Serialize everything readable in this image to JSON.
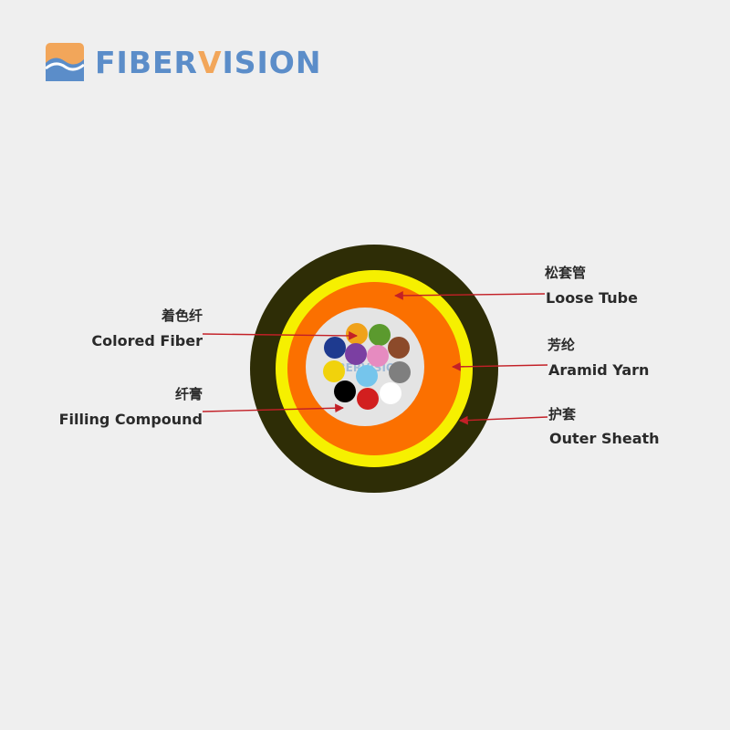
{
  "brand": {
    "name_main": "FIBER",
    "name_accent": "V",
    "name_tail": "ISION",
    "color_blue": "#5b8dc9",
    "color_orange": "#f2a65a",
    "icon": "wave-logo-icon"
  },
  "watermark": "FIBERVISION",
  "cable": {
    "outer_sheath_color": "#2e2d06",
    "aramid_color": "#f6f000",
    "loose_tube_color": "#fb7000",
    "gel_color": "#e4e4e4",
    "arrow_color": "#c32027",
    "fiber_colors": [
      "#f0a21a",
      "#5b9a2e",
      "#1e3a8f",
      "#7b3fa2",
      "#e68bc0",
      "#8c4a2a",
      "#f1d20c",
      "#75c5ec",
      "#7f7f7f",
      "#000000",
      "#d21f1f",
      "#ffffff"
    ]
  },
  "labels": {
    "colored_fiber": {
      "zh": "着色纤",
      "en": "Colored Fiber"
    },
    "filling_compound": {
      "zh": "纤膏",
      "en": "Filling Compound"
    },
    "loose_tube": {
      "zh": "松套管",
      "en": "Loose Tube"
    },
    "aramid_yarn": {
      "zh": "芳纶",
      "en": "Aramid Yarn"
    },
    "outer_sheath": {
      "zh": "护套",
      "en": "Outer Sheath"
    }
  }
}
